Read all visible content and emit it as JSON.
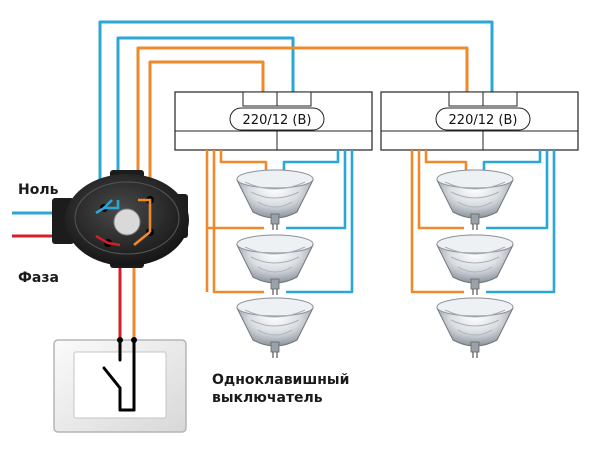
{
  "colors": {
    "neutral_wire": "#2aa7d6",
    "phase_wire": "#ee8a2c",
    "live_wire": "#d21f2a",
    "wire_dark": "#333333"
  },
  "transformers": [
    {
      "label": "220/12 (В)"
    },
    {
      "label": "220/12 (В)"
    }
  ],
  "labels": {
    "neutral": "Ноль",
    "phase": "Фаза",
    "switch_line1": "Одноклавишный",
    "switch_line2": "выключатель"
  },
  "icons": {
    "junction_box": "junction-box-icon",
    "halogen_lamp": "halogen-lamp-icon",
    "switch": "light-switch-icon"
  }
}
